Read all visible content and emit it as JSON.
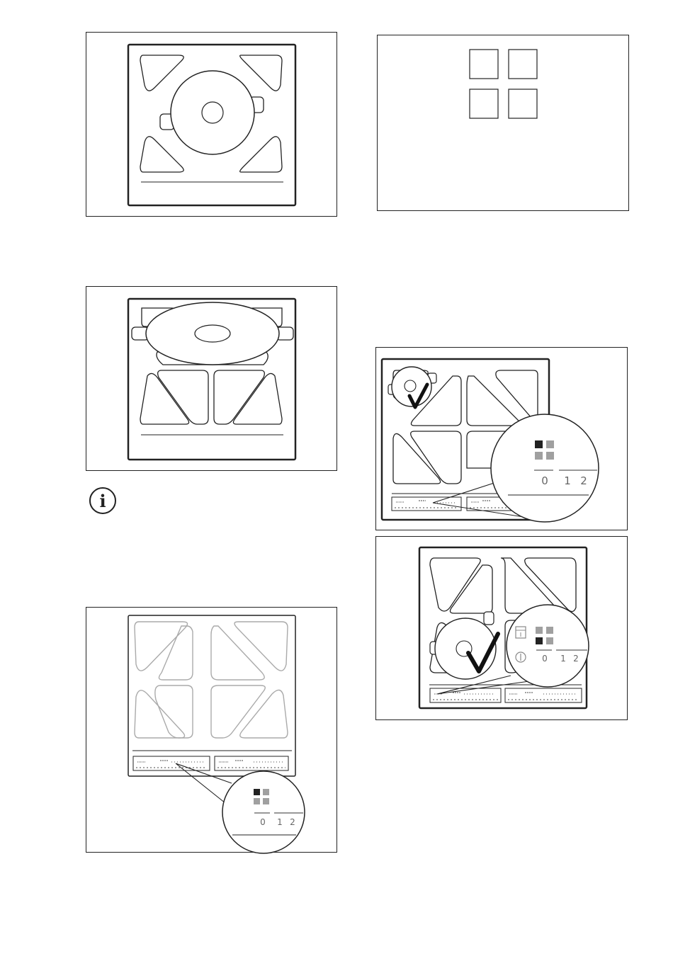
{
  "figures": {
    "cookware_round": {
      "caption": ""
    },
    "zone_grid": {
      "caption": ""
    },
    "cookware_oval": {
      "caption": ""
    },
    "bridge_detected": {
      "level_labels": [
        "0",
        "1",
        "2"
      ]
    },
    "control_off": {
      "level_labels": [
        "0",
        "1",
        "2"
      ]
    },
    "manual_bridge": {
      "level_labels": [
        "0",
        "1",
        "2"
      ]
    }
  },
  "info_icon": {
    "symbol": "i"
  },
  "colors": {
    "line": "#222222",
    "grey": "#999999",
    "zone_off": "#aaaaaa",
    "square_dark": "#222222",
    "square_grey": "#a0a0a0"
  }
}
